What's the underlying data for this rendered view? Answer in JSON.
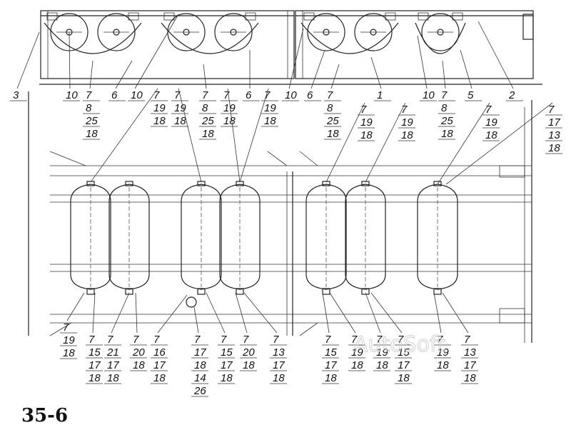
{
  "figure_number": "35-6",
  "watermark": "AutoSoft",
  "top_callouts": [
    {
      "lines": [
        "3"
      ]
    },
    {
      "lines": [
        "10"
      ]
    },
    {
      "lines": [
        "7",
        "8",
        "25",
        "18"
      ]
    },
    {
      "lines": [
        "6"
      ]
    },
    {
      "lines": [
        "10"
      ]
    },
    {
      "lines": [
        "7",
        "8",
        "25",
        "18"
      ]
    },
    {
      "lines": [
        "6"
      ]
    },
    {
      "lines": [
        "10"
      ]
    },
    {
      "lines": [
        "6"
      ]
    },
    {
      "lines": [
        "7",
        "8",
        "25",
        "18"
      ]
    },
    {
      "lines": [
        "1"
      ]
    },
    {
      "lines": [
        "10"
      ]
    },
    {
      "lines": [
        "7",
        "8",
        "25",
        "18"
      ]
    },
    {
      "lines": [
        "5"
      ]
    },
    {
      "lines": [
        "2"
      ]
    }
  ],
  "upper_callouts": [
    {
      "lines": [
        "7",
        "19",
        "18"
      ]
    },
    {
      "lines": [
        "7",
        "19",
        "18"
      ]
    },
    {
      "lines": [
        "7",
        "19",
        "18"
      ]
    },
    {
      "lines": [
        "7",
        "19",
        "18"
      ]
    },
    {
      "lines": [
        "7",
        "19",
        "18"
      ]
    },
    {
      "lines": [
        "7",
        "19",
        "18"
      ]
    },
    {
      "lines": [
        "7",
        "19",
        "18"
      ]
    },
    {
      "lines": [
        "7",
        "17",
        "13",
        "18"
      ]
    }
  ],
  "bottom_callouts": [
    {
      "lines": [
        "7",
        "19",
        "18"
      ]
    },
    {
      "lines": [
        "7",
        "15",
        "17",
        "18"
      ]
    },
    {
      "lines": [
        "7",
        "21",
        "17",
        "18"
      ]
    },
    {
      "lines": [
        "7",
        "20",
        "18"
      ]
    },
    {
      "lines": [
        "7",
        "16",
        "17",
        "18"
      ]
    },
    {
      "lines": [
        "7",
        "17",
        "18",
        "14",
        "26"
      ]
    },
    {
      "lines": [
        "7",
        "15",
        "17",
        "18"
      ]
    },
    {
      "lines": [
        "7",
        "20",
        "18"
      ]
    },
    {
      "lines": [
        "7",
        "13",
        "17",
        "18"
      ]
    },
    {
      "lines": [
        "7",
        "15",
        "17",
        "18"
      ]
    },
    {
      "lines": [
        "7",
        "19",
        "18"
      ]
    },
    {
      "lines": [
        "7",
        "19",
        "18"
      ]
    },
    {
      "lines": [
        "7",
        "15",
        "17",
        "18"
      ]
    },
    {
      "lines": [
        "7",
        "19",
        "18"
      ]
    },
    {
      "lines": [
        "7",
        "13",
        "17",
        "18"
      ]
    }
  ]
}
